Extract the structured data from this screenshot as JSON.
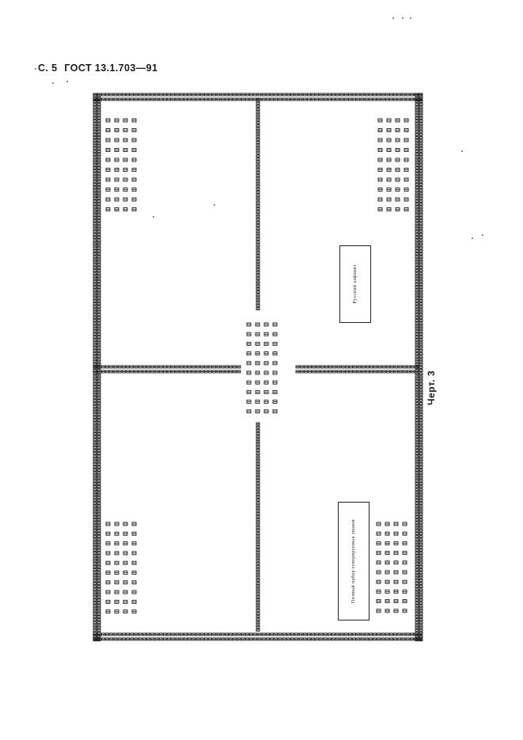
{
  "header": {
    "page": "С. 5",
    "standard": "ГОСТ 13.1.703—91"
  },
  "labels": {
    "top_box": "Русский алфавит",
    "bottom_box": "Полный набор генерируемых знаков"
  },
  "caption": "Черт. 3",
  "colors": {
    "ink": "#1a1a1a",
    "paper": "#ffffff"
  }
}
